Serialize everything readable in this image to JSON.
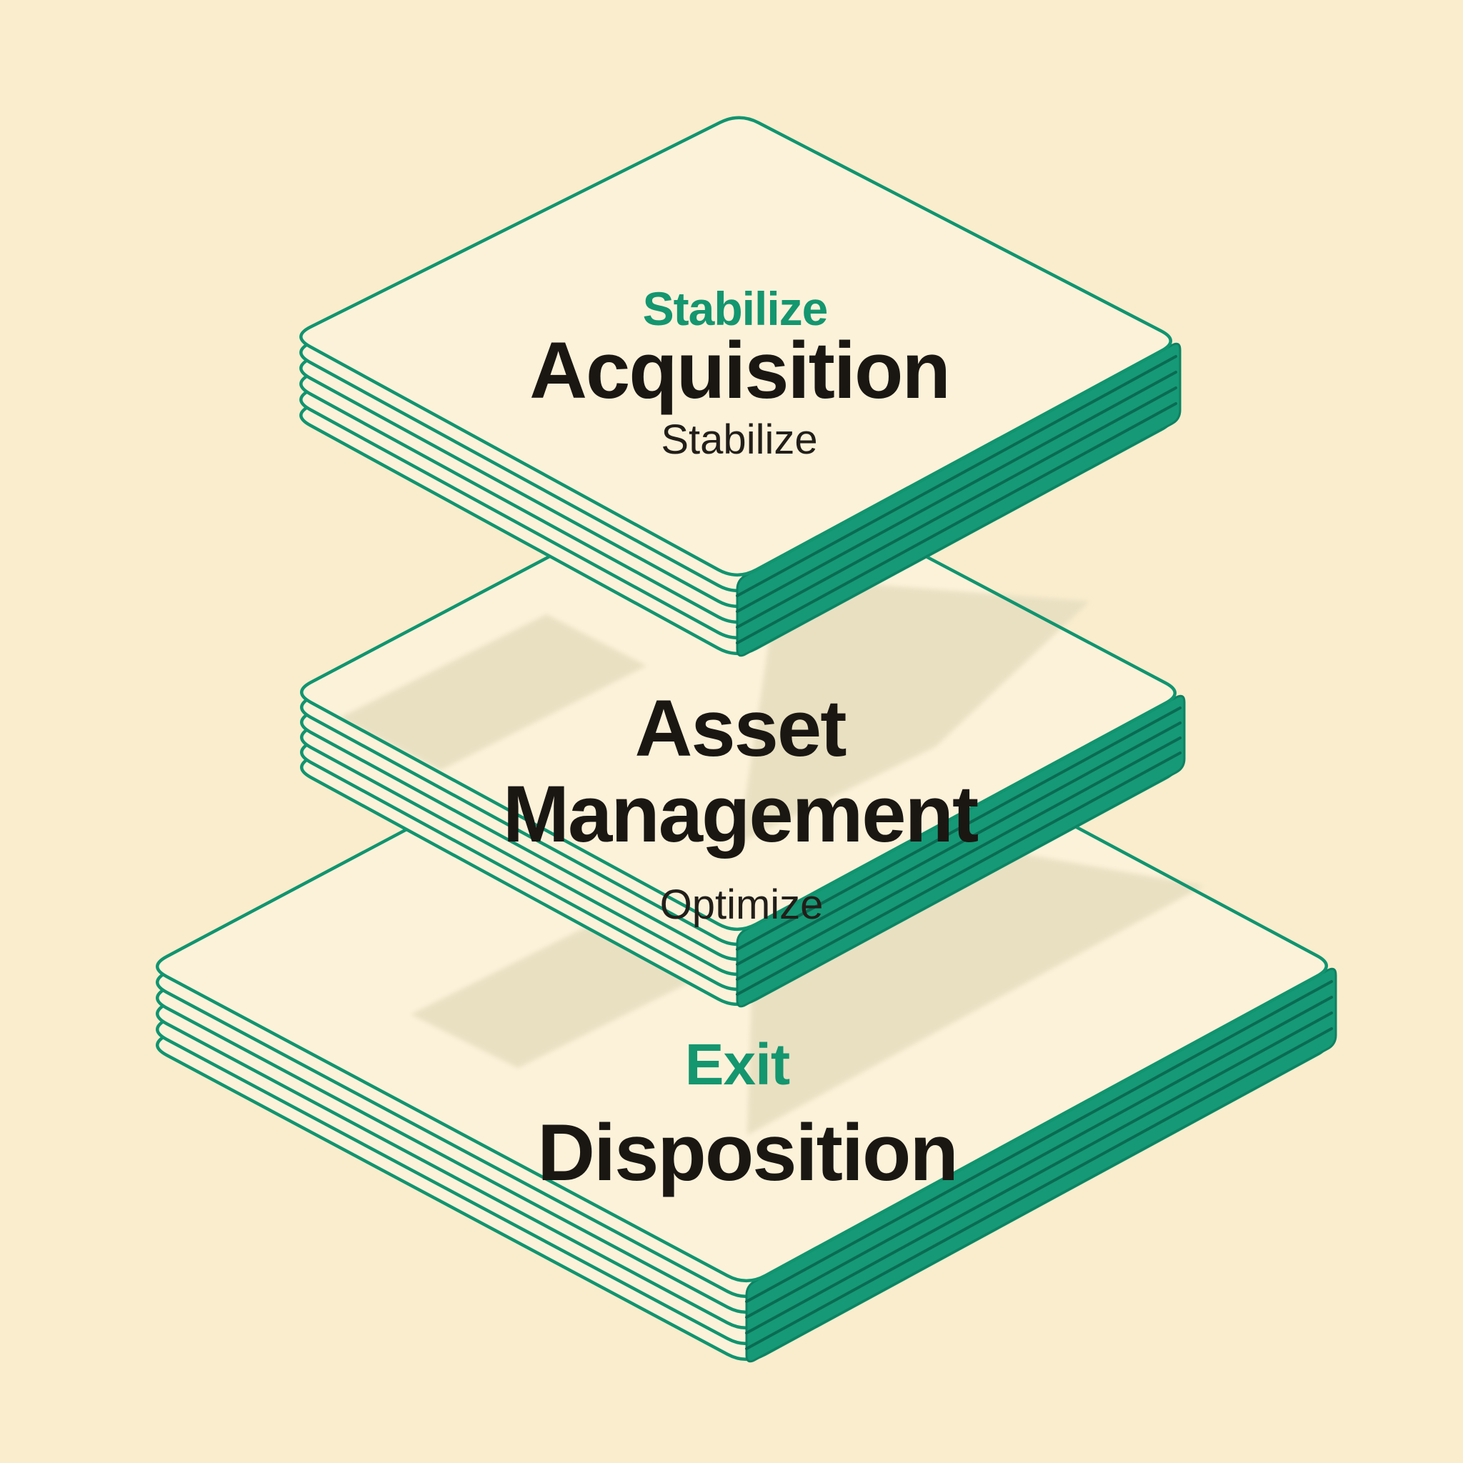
{
  "diagram": {
    "type": "isometric-layer-stack",
    "layer_count": 3
  },
  "palette": {
    "background": "#f9edcd",
    "face": "#fcf2da",
    "shadow": "#e9e0c2",
    "teal_line": "#10946f",
    "teal_fill": "#169976",
    "teal_fill_dark": "#0a6b53",
    "teal_band_edge": "#0d8263",
    "text_dark": "#1a1713",
    "text_sub": "#221e19",
    "text_green": "#14966f"
  },
  "layers": [
    {
      "id": "acquisition",
      "eyebrow": "Stabilize",
      "title": "Acquisition",
      "subtitle": "Stabilize"
    },
    {
      "id": "asset-management",
      "title_line1": "Asset",
      "title_line2": "Management",
      "subtitle": "Optimize"
    },
    {
      "id": "disposition",
      "eyebrow": "Exit",
      "title": "Disposition"
    }
  ]
}
